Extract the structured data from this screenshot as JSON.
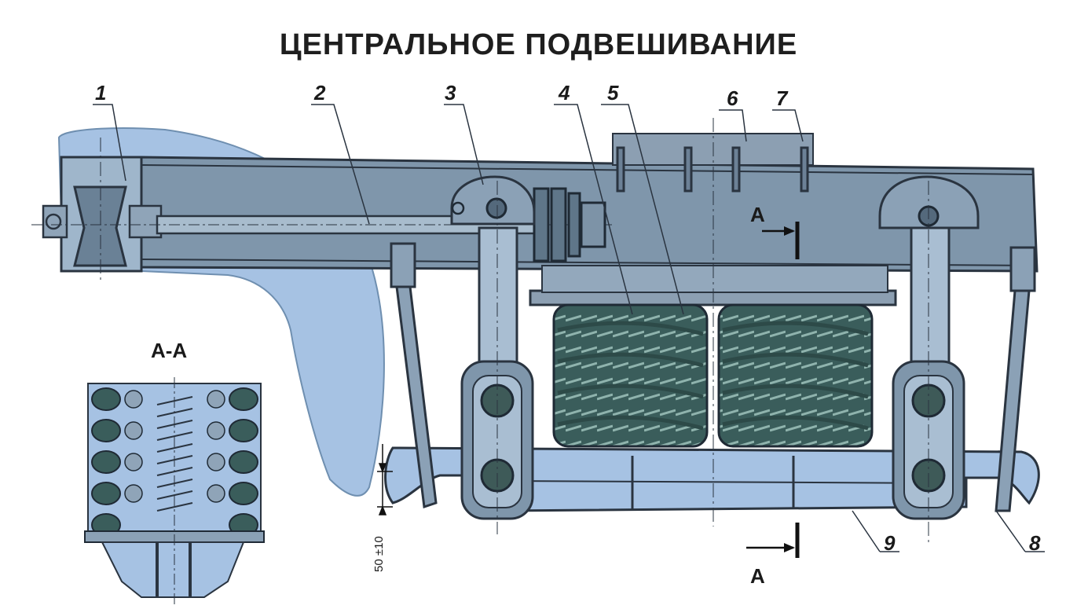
{
  "title": "ЦЕНТРАЛЬНОЕ ПОДВЕШИВАНИЕ",
  "callouts": [
    "1",
    "2",
    "3",
    "4",
    "5",
    "6",
    "7",
    "8",
    "9"
  ],
  "section_marker": "A",
  "section_view_label": "А-А",
  "dimension_label": "50 ±10",
  "colors": {
    "light_blue": "#a6c2e3",
    "steel": "#7f96ab",
    "dark_steel": "#5c7286",
    "spring": "#3a5d5b",
    "outline": "#2a3440"
  }
}
